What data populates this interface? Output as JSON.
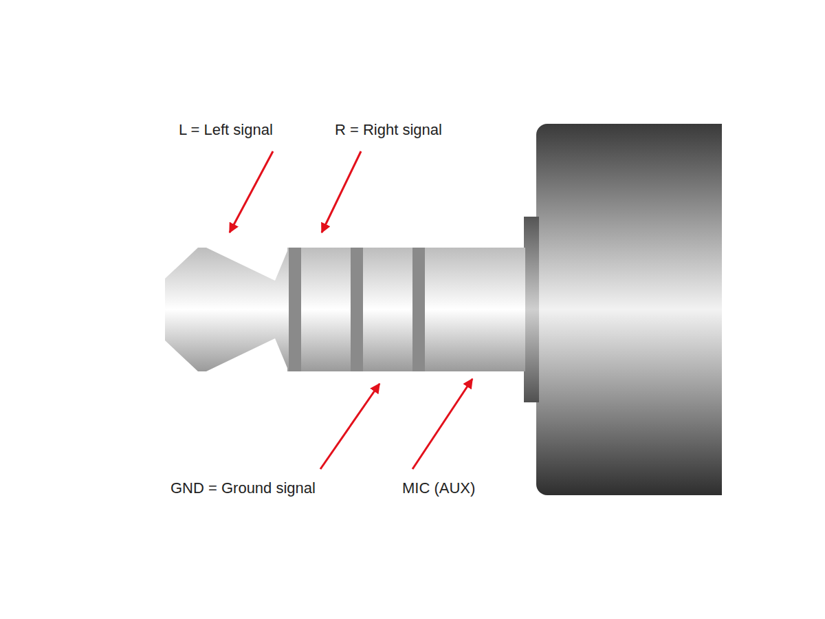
{
  "diagram": {
    "labels": [
      "L = Left signal",
      "R = Right signal",
      "GND = Ground signal",
      "MIC (AUX)"
    ]
  }
}
